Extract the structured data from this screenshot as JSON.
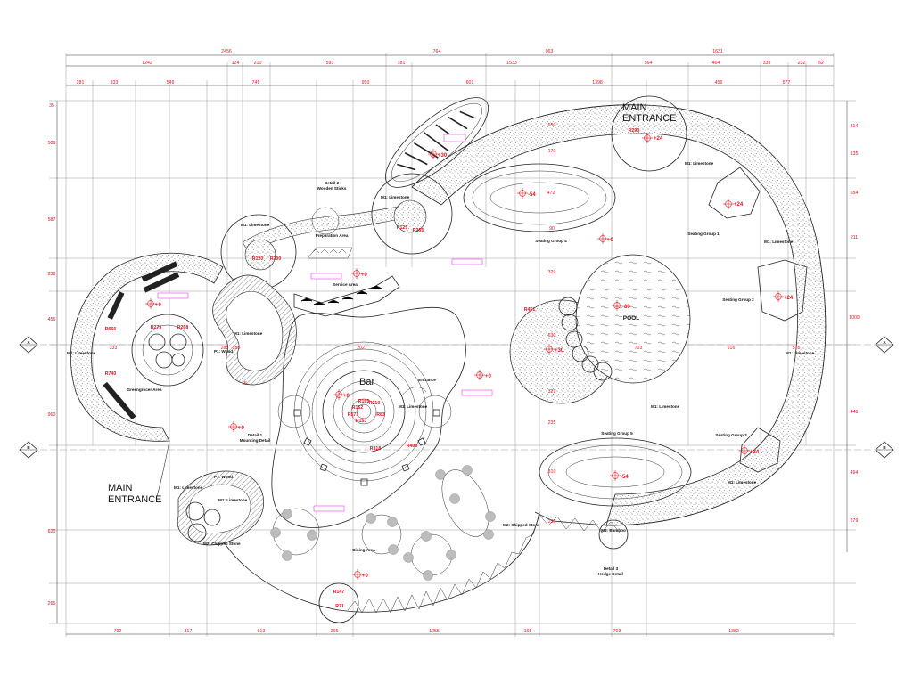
{
  "dimensions": {
    "top_row1": [
      "2456",
      "764",
      "963",
      "1631"
    ],
    "top_row2": [
      "1242",
      "124",
      "210",
      "593",
      "181",
      "1533",
      "564",
      "464",
      "339",
      "232",
      "62"
    ],
    "top_row3": [
      "281",
      "333",
      "549",
      "745",
      "950",
      "601",
      "1398",
      "456",
      "577"
    ],
    "bottom": [
      "792",
      "317",
      "613",
      "265",
      "1255",
      "165",
      "703",
      "1382"
    ],
    "left": [
      "35",
      "506",
      "587",
      "238",
      "456",
      "960",
      "620",
      "265"
    ],
    "right": [
      "314",
      "135",
      "654",
      "211",
      "1009",
      "448",
      "494",
      "279"
    ],
    "interior": [
      "2027",
      "703",
      "616",
      "285",
      "15"
    ]
  },
  "section_markers": [
    {
      "id": "left-a",
      "label": "A"
    },
    {
      "id": "right-a",
      "label": "A"
    },
    {
      "id": "left-b",
      "label": "B"
    },
    {
      "id": "right-b",
      "label": "B"
    }
  ],
  "headings": {
    "main_entrance_top": [
      "MAIN",
      "ENTRANCE"
    ],
    "main_entrance_left": [
      "MAIN",
      "ENTRANCE"
    ],
    "bar": "Bar",
    "pool": "POOL"
  },
  "zone_labels": {
    "preparation_area": "Preparation Area",
    "service_area": "Service Area",
    "seating_group_4": "Seating Group 4",
    "seating_group_5": "Seating Group 5",
    "seating_group_1": "Seating Group 1",
    "seating_group_2": "Seating Group 2",
    "seating_group_3": "Seating Group 3",
    "greengrocer_area": "Greengrocer Area",
    "dining_area": "Dining Area",
    "entrance": "Entrance"
  },
  "material_labels": {
    "limestone_1": "M1: Limestone",
    "limestone_2": "M1: Limestone",
    "limestone_3": "M1: Limestone",
    "limestone_4": "M1: Limestone",
    "limestone_5": "M1: Limestone",
    "limestone_6": "M1: Limestone",
    "limestone_7": "M1: Limestone",
    "limestone_8": "M1: Limestone",
    "limestone_9": "M1: Limestone",
    "limestone_10": "M1: Limestone",
    "limestone_11": "M1: Limestone",
    "limestone_12": "M1: Limestone",
    "wood_1": "P1: Wood",
    "wood_2": "P1: Wood",
    "chipped_stone_1": "M2: Chipped Stone",
    "chipped_stone_2": "M2: Chipped Stone",
    "bamboo": "M3: Bamboo"
  },
  "detail_labels": {
    "detail_1": "Detail 1",
    "detail_1_sub": "Mounting Detail",
    "detail_2": "Detail 2",
    "detail_2_sub": "Wooden Sticks",
    "detail_3": "Detail 3",
    "detail_3_sub": "Hedge Detail"
  },
  "radii": [
    "R290",
    "R120",
    "R200",
    "R125",
    "R265",
    "R451",
    "R275",
    "R268",
    "R666",
    "R740",
    "R165",
    "R210",
    "R162",
    "R173",
    "R83",
    "R153",
    "R318",
    "R490",
    "R147",
    "R71"
  ],
  "levels": [
    "+24",
    "+30",
    "-54",
    "+0",
    "+24",
    "+24",
    "+0",
    "-80",
    "+30",
    "+0",
    "+0",
    "+24",
    "-54",
    "+0",
    "+0",
    "+0"
  ],
  "small_numbers": [
    "472",
    "329",
    "329",
    "235",
    "310",
    "235",
    "170",
    "90",
    "550",
    "630",
    "575",
    "285",
    "333"
  ],
  "colors": {
    "dimension": "#e0141e",
    "annotation": "#e01ee0",
    "line": "#222222",
    "grid": "#9a9a9a"
  }
}
